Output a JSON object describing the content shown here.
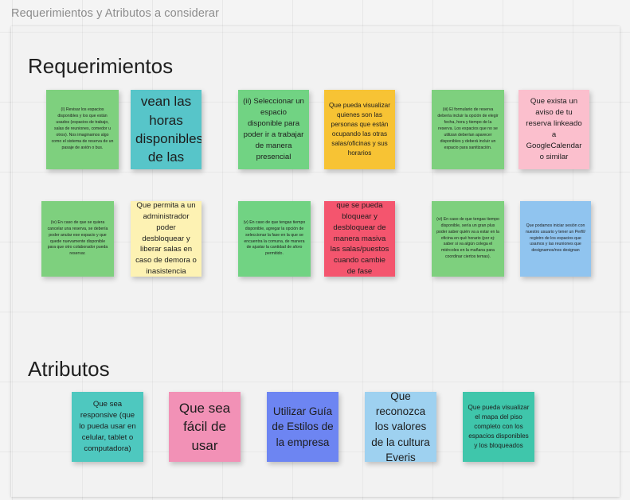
{
  "board": {
    "frame_title": "Requerimientos y Atributos a considerar",
    "background_color": "#f4f4f4",
    "frame_color": "#f2f2f2"
  },
  "sections": {
    "requerimientos": {
      "heading": "Requerimientos"
    },
    "atributos": {
      "heading": "Atributos"
    }
  },
  "notes": {
    "req": [
      {
        "text": "(I) Revisar los espacios disponibles y los que están usados (espacios de trabajo, salas de reuniones, comedor u otros). Nos imaginamos algo como el sistema de reserva de un pasaje de avión o bus.",
        "color": "#7ed07e"
      },
      {
        "text": "Que se vean las horas disponibles de las salas",
        "color": "#57c5c9"
      },
      {
        "text": "(ii) Seleccionar un espacio disponible para poder ir a trabajar de manera presencial",
        "color": "#71d383"
      },
      {
        "text": "Que pueda visualizar quienes son las personas que están ocupando las otras salas/oficinas y sus horarios",
        "color": "#f7c334"
      },
      {
        "text": "(iii) El formulario de reserva debería incluir la opción de elegir fecha, hora y tiempo de la reserva. Los espacios que no se utilizan deberían aparecer disponibles y deberá incluir un espacio para sanitización.",
        "color": "#7ed07e"
      },
      {
        "text": "Que exista un aviso de tu reserva linkeado a GoogleCalendar o similar",
        "color": "#fbbfcd"
      },
      {
        "text": "(iv) En caso de que se quiera cancelar una reserva, se debería poder anular ese espacio y que quede nuevamente disponible para que otro colaborador pueda reservar.",
        "color": "#7ed07e"
      },
      {
        "text": "Que permita a un administrador poder desbloquear y liberar salas en caso de demora o inasistencia",
        "color": "#fdf2b3"
      },
      {
        "text": "(v) En caso de que tengas tiempo disponible, agregar la opción de seleccionar la fase en la que se encuentra la comuna, de manera de ajustar la cantidad de aforo permitido.",
        "color": "#71d383"
      },
      {
        "text": "que se pueda bloquear y desbloquear de manera masiva las salas/puestos cuando cambie de fase",
        "color": "#f4556e"
      },
      {
        "text": "(vi) En caso de que tengas tiempo disponible, sería un gran plus poder saber quién va a estar en la oficina en qué horario (por ej: saber si va algún colega el miércoles en la mañana para coordinar ciertos temas).",
        "color": "#7ed07e"
      },
      {
        "text": "Que podamos iniciar sesión con nuestro usuario y tener un Perfil/ registro de los espacios que usamos y las reuniones que designamos/nos designan",
        "color": "#90c4ef"
      }
    ],
    "atr": [
      {
        "text": "Que sea responsive (que lo pueda usar en celular, tablet o computadora)",
        "color": "#4ec8bf"
      },
      {
        "text": "Que sea fácil de usar",
        "color": "#f291b6"
      },
      {
        "text": "Utilizar Guía de Estilos de la empresa",
        "color": "#6d85f2"
      },
      {
        "text": "Que reconozca los valores de la cultura Everis",
        "color": "#9ed1f0"
      },
      {
        "text": "Que pueda visualizar el mapa del piso completo con los espacios disponibles y los bloqueados",
        "color": "#3fc6ab"
      }
    ]
  }
}
